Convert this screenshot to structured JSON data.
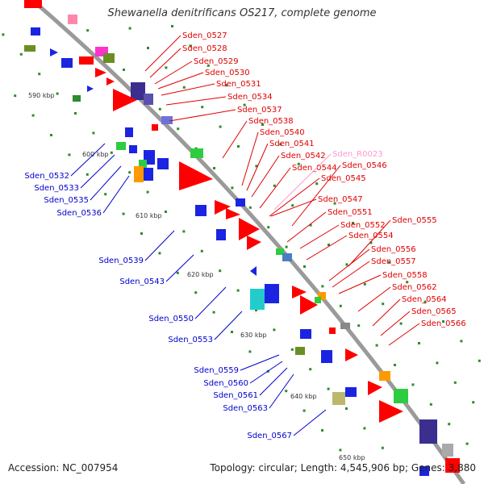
{
  "title": "Shewanella denitrificans OS217, complete genome",
  "footer": {
    "accession": "Accession: NC_007954",
    "summary": "Topology: circular; Length: 4,545,906 bp; Genes: 3,880"
  },
  "colors": {
    "forward_label": "#e00000",
    "reverse_label": "#0000cc",
    "rna_label": "#ff99cc",
    "backbone": "#9a9a9a",
    "tick": "#2e8b2e"
  },
  "kbp_marks": [
    "590 kbp",
    "600 kbp",
    "610 kbp",
    "620 kbp",
    "630 kbp",
    "640 kbp",
    "650 kbp"
  ],
  "forward_genes": [
    "Sden_0527",
    "Sden_0528",
    "Sden_0529",
    "Sden_0530",
    "Sden_0531",
    "Sden_0534",
    "Sden_0537",
    "Sden_0538",
    "Sden_0540",
    "Sden_0541",
    "Sden_0542",
    "Sden_0544",
    "Sden_0545",
    "Sden_0546",
    "Sden_0547",
    "Sden_0551",
    "Sden_0552",
    "Sden_0554",
    "Sden_0555",
    "Sden_0556",
    "Sden_0557",
    "Sden_0558",
    "Sden_0562",
    "Sden_0564",
    "Sden_0565",
    "Sden_0566"
  ],
  "rna_genes": [
    "Sden_R0023"
  ],
  "reverse_genes": [
    "Sden_0532",
    "Sden_0533",
    "Sden_0535",
    "Sden_0536",
    "Sden_0539",
    "Sden_0543",
    "Sden_0550",
    "Sden_0553",
    "Sden_0559",
    "Sden_0560",
    "Sden_0561",
    "Sden_0563",
    "Sden_0567"
  ]
}
